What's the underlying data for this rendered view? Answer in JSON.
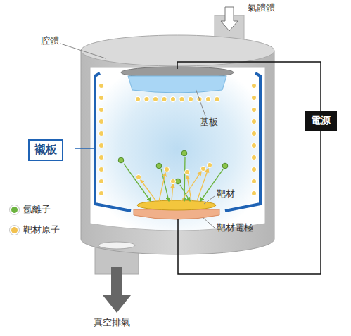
{
  "diagram": {
    "nodes": [
      {
        "text": [
          "襯板"
        ]
      },
      {
        "text": [
          "電源"
        ]
      }
    ],
    "labels": [
      "氣體體",
      "腔體",
      "基板",
      "靶材",
      "靶材電極",
      "真空排氣"
    ],
    "legend": [
      {
        "text": "氬離子",
        "color": "#6cb33f"
      },
      {
        "text": "靶材原子",
        "color": "#f2c14e"
      }
    ]
  }
}
